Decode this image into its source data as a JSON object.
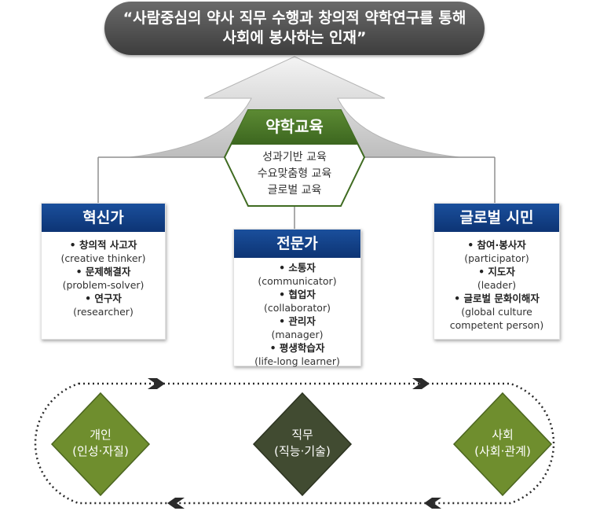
{
  "banner": {
    "line1": "“사람중심의 약사 직무 수행과 창의적 약학연구를 통해",
    "line2": "사회에 봉사하는 인재”"
  },
  "center": {
    "title": "약학교육",
    "items": [
      "성과기반 교육",
      "수요맞춤형 교육",
      "글로벌 교육"
    ]
  },
  "cards": {
    "innovator": {
      "title": "혁신가",
      "items": [
        {
          "key": "• 창의적 사고자",
          "sub": "(creative thinker)"
        },
        {
          "key": "• 문제해결자",
          "sub": "(problem-solver)"
        },
        {
          "key": "• 연구자",
          "sub": "(researcher)"
        }
      ]
    },
    "expert": {
      "title": "전문가",
      "items": [
        {
          "key": "• 소통자",
          "sub": "(communicator)"
        },
        {
          "key": "• 협업자",
          "sub": "(collaborator)"
        },
        {
          "key": "• 관리자",
          "sub": "(manager)"
        },
        {
          "key": "• 평생학습자",
          "sub": "(life-long learner)"
        }
      ]
    },
    "citizen": {
      "title": "글로벌 시민",
      "items": [
        {
          "key": "• 참여·봉사자",
          "sub": "(participator)"
        },
        {
          "key": "• 지도자",
          "sub": "(leader)"
        },
        {
          "key": "• 글로벌 문화이해자",
          "sub": "(global culture"
        },
        {
          "key": "",
          "sub": "competent person)"
        }
      ]
    }
  },
  "cycle": {
    "individual": {
      "line1": "개인",
      "line2": "(인성·자질)"
    },
    "job": {
      "line1": "직무",
      "line2": "(직능·기술)"
    },
    "society": {
      "line1": "사회",
      "line2": "(사회·관계)"
    }
  },
  "colors": {
    "banner": "#4a4a4a",
    "card_header": "#144489",
    "center_hex": "#4e7a2b",
    "diamond": "#6f8e2e",
    "diamond_dark": "#414b31",
    "arrow": "#cfcfcf"
  }
}
